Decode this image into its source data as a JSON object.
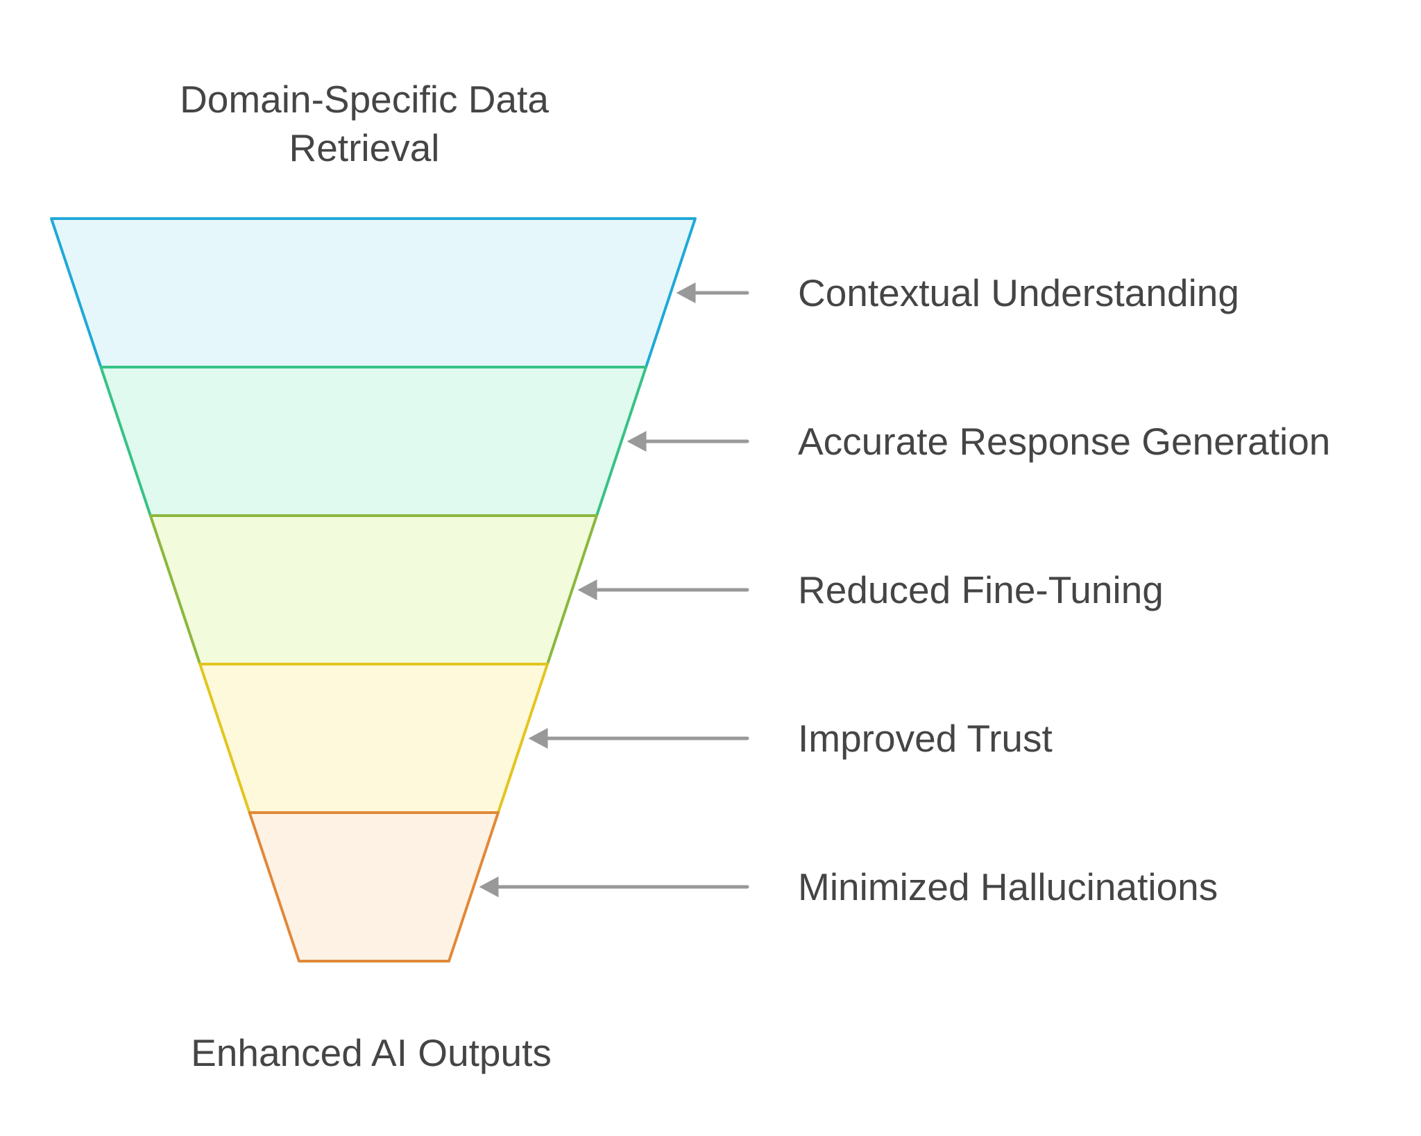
{
  "diagram": {
    "top_label": "Domain-Specific Data Retrieval",
    "bottom_label": "Enhanced AI Outputs",
    "stages": [
      {
        "label": "Contextual Understanding",
        "fill": "#e6f7fb",
        "stroke": "#20a9d8"
      },
      {
        "label": "Accurate Response Generation",
        "fill": "#e0faf0",
        "stroke": "#38c285"
      },
      {
        "label": "Reduced Fine-Tuning",
        "fill": "#f2fbdb",
        "stroke": "#8ab83e"
      },
      {
        "label": "Improved Trust",
        "fill": "#fdf9da",
        "stroke": "#e3c520"
      },
      {
        "label": "Minimized Hallucinations",
        "fill": "#fef2e4",
        "stroke": "#e0893a"
      }
    ],
    "arrow_color": "#999999"
  }
}
